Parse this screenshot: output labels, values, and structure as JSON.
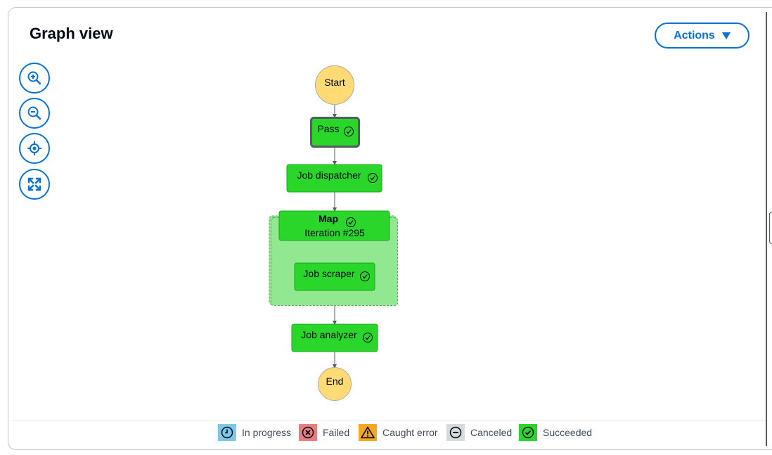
{
  "header": {
    "title": "Graph view",
    "actions_label": "Actions"
  },
  "controls": [
    {
      "name": "zoom-in-button",
      "icon": "zoom-in-icon"
    },
    {
      "name": "zoom-out-button",
      "icon": "zoom-out-icon"
    },
    {
      "name": "center-button",
      "icon": "target-icon"
    },
    {
      "name": "fit-button",
      "icon": "expand-icon"
    }
  ],
  "graph": {
    "start": "Start",
    "pass": "Pass",
    "dispatcher": "Job dispatcher",
    "map_title": "Map",
    "map_iteration": "Iteration #295",
    "scraper": "Job scraper",
    "analyzer": "Job analyzer",
    "end": "End"
  },
  "legend": {
    "in_progress": "In progress",
    "failed": "Failed",
    "caught_error": "Caught error",
    "canceled": "Canceled",
    "succeeded": "Succeeded"
  },
  "colors": {
    "accent": "#0972d3",
    "succeeded": "#2bd62b",
    "map_bg": "#91e891",
    "terminal": "#ffda75",
    "in_progress": "#7dc8e8",
    "failed": "#e87d7d",
    "caught_error": "#f5a623",
    "canceled": "#d5dbdb"
  }
}
